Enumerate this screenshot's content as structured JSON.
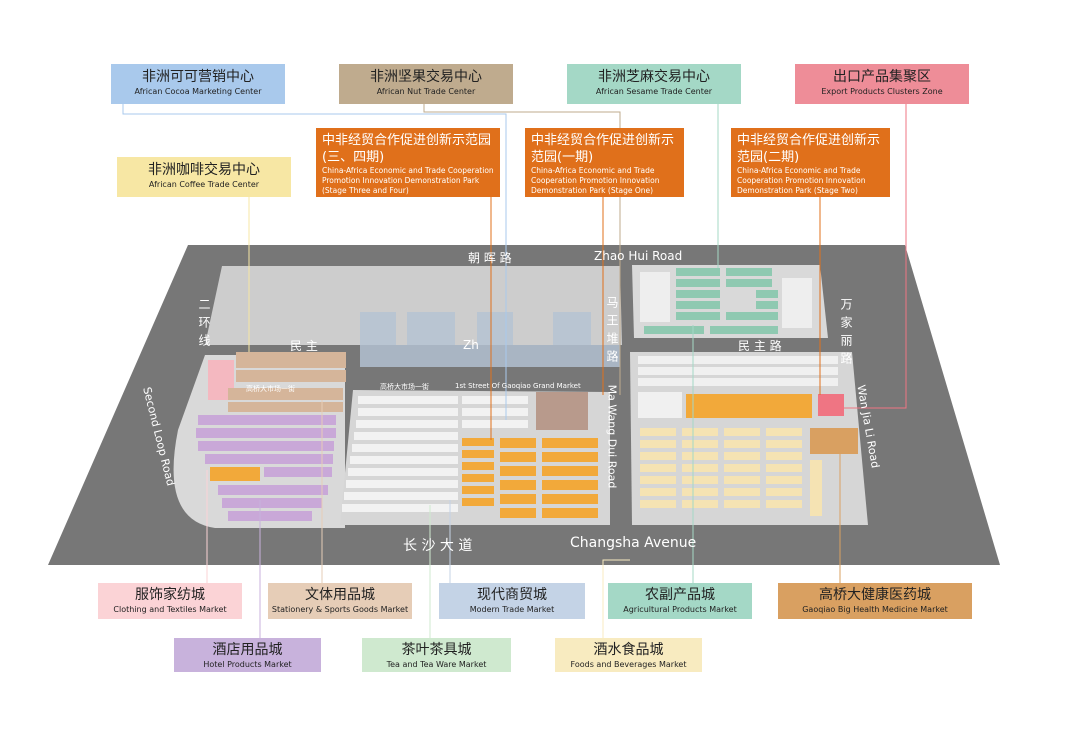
{
  "labels": {
    "cocoa": {
      "cn": "非洲可可营销中心",
      "en": "African Cocoa Marketing Center",
      "color": "#a9c9ec"
    },
    "nut": {
      "cn": "非洲坚果交易中心",
      "en": "African Nut Trade Center",
      "color": "#bfab8e"
    },
    "sesame": {
      "cn": "非洲芝麻交易中心",
      "en": "African Sesame Trade Center",
      "color": "#a4d8c6"
    },
    "export": {
      "cn": "出口产品集聚区",
      "en": "Export Products Clusters Zone",
      "color": "#ee8d98"
    },
    "coffee": {
      "cn": "非洲咖啡交易中心",
      "en": "African Coffee Trade Center",
      "color": "#f7e7a4"
    },
    "park34": {
      "cn": "中非经贸合作促进创新示范园(三、四期)",
      "en": "China-Africa Economic and Trade Cooperation Promotion Innovation Demonstration Park (Stage Three and Four)",
      "color": "#e0701b"
    },
    "park1": {
      "cn": "中非经贸合作促进创新示范园(一期)",
      "en": "China-Africa Economic and Trade Cooperation Promotion Innovation Demonstration Park (Stage One)",
      "color": "#e0701b"
    },
    "park2": {
      "cn": "中非经贸合作促进创新示范园(二期)",
      "en": "China-Africa Economic and Trade Cooperation Promotion Innovation Demonstration Park (Stage Two)",
      "color": "#e0701b"
    },
    "clothing": {
      "cn": "服饰家纺城",
      "en": "Clothing and Textiles Market",
      "color": "#fbd3d6"
    },
    "stationery": {
      "cn": "文体用品城",
      "en": "Stationery & Sports Goods Market",
      "color": "#e6cdb7"
    },
    "modern": {
      "cn": "现代商贸城",
      "en": "Modern Trade Market",
      "color": "#c4d3e6"
    },
    "agri": {
      "cn": "农副产品城",
      "en": "Agricultural Products Market",
      "color": "#a4d8c6"
    },
    "health": {
      "cn": "高桥大健康医药城",
      "en": "Gaoqiao Big Health Medicine Market",
      "color": "#d9a061"
    },
    "hotel": {
      "cn": "酒店用品城",
      "en": "Hotel Products Market",
      "color": "#c8b2dc"
    },
    "tea": {
      "cn": "茶叶茶具城",
      "en": "Tea and Tea Ware Market",
      "color": "#cfe9cf"
    },
    "foods": {
      "cn": "酒水食品城",
      "en": "Foods and Beverages Market",
      "color": "#f8ebc0"
    }
  },
  "roads": {
    "zhaohui_cn": "朝 晖 路",
    "zhaohui_en": "Zhao Hui Road",
    "minzhu1": "民 主",
    "minzhu2": "民 主 路",
    "zh": "Zh",
    "second_loop_cn": "二环线",
    "second_loop_en": "Second Loop Road",
    "mawangdui_cn": "马王堆路",
    "mawangdui_en": "Ma Wang Dui Road",
    "wanjiali_cn": "万家丽路",
    "wanjiali_en": "Wan Jia Li Road",
    "changsha_cn": "长 沙 大 道",
    "changsha_en": "Changsha Avenue",
    "street1": "高桥大市场一街",
    "street1_en": "1st Street Of Gaoqiao Grand Market",
    "street_left": "高桥大市场一街"
  }
}
